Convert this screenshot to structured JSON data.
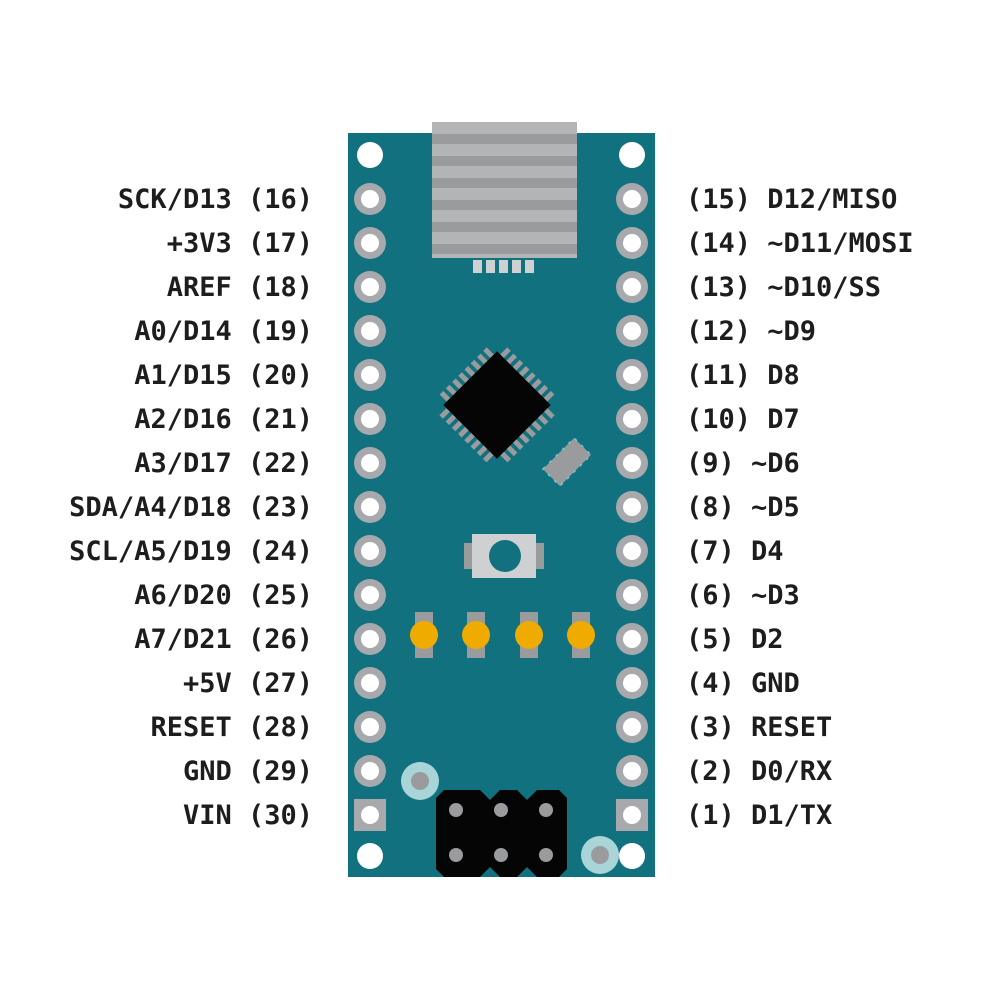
{
  "colors": {
    "board": "#11717f",
    "pad": "#a7a9ac",
    "hole": "#ffffff",
    "led": "#f0ab00",
    "chip": "#050505",
    "usb_dark": "#9a9b9d",
    "usb_light": "#b3b4b6",
    "mount": "#a9d5d9"
  },
  "left_pins": [
    "SCK/D13 (16)",
    "+3V3 (17)",
    "AREF (18)",
    "A0/D14 (19)",
    "A1/D15 (20)",
    "A2/D16 (21)",
    "A3/D17 (22)",
    "SDA/A4/D18 (23)",
    "SCL/A5/D19 (24)",
    "A6/D20 (25)",
    "A7/D21 (26)",
    "+5V (27)",
    "RESET (28)",
    "GND (29)",
    "VIN (30)"
  ],
  "right_pins": [
    "(15) D12/MISO",
    "(14) ~D11/MOSI",
    "(13) ~D10/SS",
    "(12) ~D9",
    "(11) D8",
    "(10) D7",
    "(9) ~D6",
    "(8) ~D5",
    "(7) D4",
    "(6) ~D3",
    "(5) D2",
    "(4) GND",
    "(3) RESET",
    "(2) D0/RX",
    "(1) D1/TX"
  ]
}
